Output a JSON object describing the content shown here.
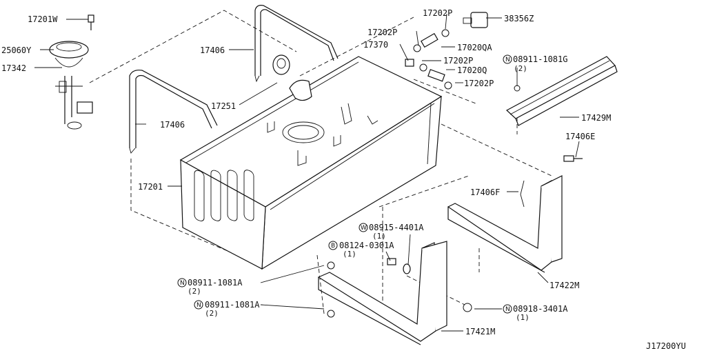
{
  "diagram_id": "J17200YU",
  "labels": {
    "p17201w": "17201W",
    "p25060y": "25060Y",
    "p17342": "17342",
    "p17406_top": "17406",
    "p17406_left": "17406",
    "p17251": "17251",
    "p17201": "17201",
    "p17202p_top": "17202P",
    "p38356z": "38356Z",
    "p17202p_mid": "17202P",
    "p17370": "17370",
    "p17020qa": "17020QA",
    "p17202p_b": "17202P",
    "p17020q": "17020Q",
    "p17202p_c": "17202P",
    "p08911_1081g": "08911-1081G",
    "p08911_1081g_qty": "(2)",
    "p17429m": "17429M",
    "p17406e": "17406E",
    "p17406f": "17406F",
    "p17422m": "17422M",
    "p08915_4401a": "08915-4401A",
    "p08915_4401a_qty": "(1)",
    "p08124_0301a": "08124-0301A",
    "p08124_0301a_qty": "(1)",
    "p08911_1081a_1": "08911-1081A",
    "p08911_1081a_1_qty": "(2)",
    "p08911_1081a_2": "08911-1081A",
    "p08911_1081a_2_qty": "(2)",
    "p08918_3401a": "08918-3401A",
    "p08918_3401a_qty": "(1)",
    "p17421m": "17421M"
  },
  "prefix_marks": {
    "n": "N",
    "w": "W",
    "b": "B"
  }
}
